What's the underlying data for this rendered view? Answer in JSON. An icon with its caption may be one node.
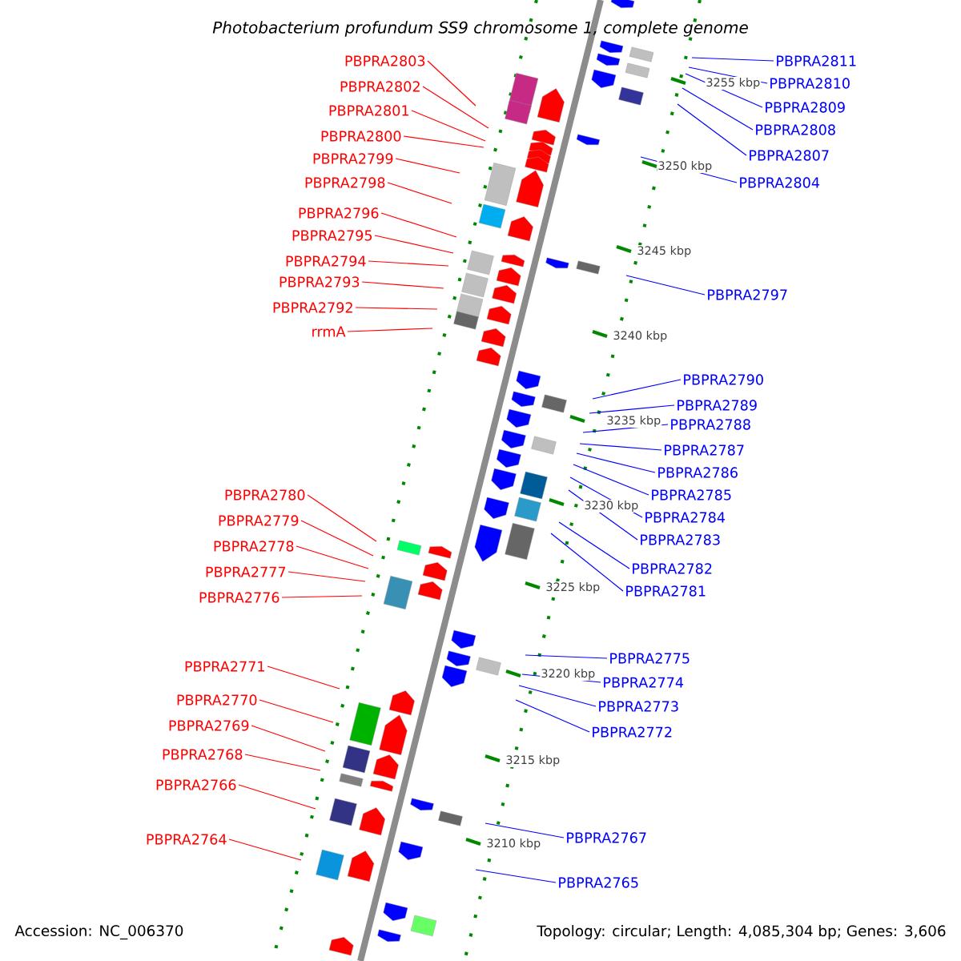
{
  "diagram": {
    "title": "*Photobacterium profundum* SS9 chromosome 1, complete genome",
    "nodes": [
      {
        "text": [
          "PBPRA2803"
        ]
      },
      {
        "text": [
          "PBPRA2802"
        ]
      },
      {
        "text": [
          "PBPRA2801"
        ]
      },
      {
        "text": [
          "PBPRA2800"
        ]
      },
      {
        "text": [
          "PBPRA2799"
        ]
      },
      {
        "text": [
          "PBPRA2798"
        ]
      },
      {
        "text": [
          "PBPRA2796"
        ]
      },
      {
        "text": [
          "PBPRA2795"
        ]
      },
      {
        "text": [
          "PBPRA2794"
        ]
      },
      {
        "text": [
          "PBPRA2793"
        ]
      },
      {
        "text": [
          "PBPRA2792"
        ]
      },
      {
        "text": [
          "rrmA"
        ]
      },
      {
        "text": [
          "PBPRA2780"
        ]
      },
      {
        "text": [
          "PBPRA2779"
        ]
      },
      {
        "text": [
          "PBPRA2778"
        ]
      },
      {
        "text": [
          "PBPRA2777"
        ]
      },
      {
        "text": [
          "PBPRA2776"
        ]
      },
      {
        "text": [
          "PBPRA2771"
        ]
      },
      {
        "text": [
          "PBPRA2770"
        ]
      },
      {
        "text": [
          "PBPRA2769"
        ]
      },
      {
        "text": [
          "PBPRA2768"
        ]
      },
      {
        "text": [
          "PBPRA2766"
        ]
      },
      {
        "text": [
          "PBPRA2764"
        ]
      },
      {
        "text": [
          "PBPRA2811"
        ]
      },
      {
        "text": [
          "PBPRA2810"
        ]
      },
      {
        "text": [
          "PBPRA2809"
        ]
      },
      {
        "text": [
          "PBPRA2808"
        ]
      },
      {
        "text": [
          "PBPRA2807"
        ]
      },
      {
        "text": [
          "PBPRA2804"
        ]
      },
      {
        "text": [
          "PBPRA2797"
        ]
      },
      {
        "text": [
          "PBPRA2790"
        ]
      },
      {
        "text": [
          "PBPRA2789"
        ]
      },
      {
        "text": [
          "PBPRA2788"
        ]
      },
      {
        "text": [
          "PBPRA2787"
        ]
      },
      {
        "text": [
          "PBPRA2786"
        ]
      },
      {
        "text": [
          "PBPRA2785"
        ]
      },
      {
        "text": [
          "PBPRA2784"
        ]
      },
      {
        "text": [
          "PBPRA2783"
        ]
      },
      {
        "text": [
          "PBPRA2782"
        ]
      },
      {
        "text": [
          "PBPRA2781"
        ]
      },
      {
        "text": [
          "PBPRA2775"
        ]
      },
      {
        "text": [
          "PBPRA2774"
        ]
      },
      {
        "text": [
          "PBPRA2773"
        ]
      },
      {
        "text": [
          "PBPRA2772"
        ]
      },
      {
        "text": [
          "PBPRA2767"
        ]
      },
      {
        "text": [
          "PBPRA2765"
        ]
      }
    ],
    "edges": [
      {
        "from": 0,
        "to": null,
        "arrow": "none"
      },
      {
        "from": 1,
        "to": null,
        "arrow": "none"
      },
      {
        "from": 2,
        "to": null,
        "arrow": "none"
      },
      {
        "from": 3,
        "to": null,
        "arrow": "none"
      },
      {
        "from": 4,
        "to": null,
        "arrow": "none"
      },
      {
        "from": 5,
        "to": null,
        "arrow": "none"
      },
      {
        "from": 6,
        "to": null,
        "arrow": "none"
      },
      {
        "from": 7,
        "to": null,
        "arrow": "none"
      },
      {
        "from": 8,
        "to": null,
        "arrow": "none"
      },
      {
        "from": 9,
        "to": null,
        "arrow": "none"
      },
      {
        "from": 10,
        "to": null,
        "arrow": "none"
      },
      {
        "from": 11,
        "to": null,
        "arrow": "none"
      },
      {
        "from": 12,
        "to": null,
        "arrow": "none"
      },
      {
        "from": 13,
        "to": null,
        "arrow": "none"
      },
      {
        "from": 14,
        "to": null,
        "arrow": "none"
      },
      {
        "from": 15,
        "to": null,
        "arrow": "none"
      },
      {
        "from": 16,
        "to": null,
        "arrow": "none"
      },
      {
        "from": 17,
        "to": null,
        "arrow": "none"
      },
      {
        "from": 18,
        "to": null,
        "arrow": "none"
      },
      {
        "from": 19,
        "to": null,
        "arrow": "none"
      },
      {
        "from": 20,
        "to": null,
        "arrow": "none"
      },
      {
        "from": 21,
        "to": null,
        "arrow": "none"
      },
      {
        "from": 22,
        "to": null,
        "arrow": "none"
      },
      {
        "from": 23,
        "to": null,
        "arrow": "none",
        "color": "#0000ff"
      },
      {
        "from": 24,
        "to": null,
        "arrow": "none",
        "color": "#0000ff"
      },
      {
        "from": 25,
        "to": null,
        "arrow": "none",
        "color": "#0000ff"
      },
      {
        "from": 26,
        "to": null,
        "arrow": "none",
        "color": "#0000ff"
      },
      {
        "from": 27,
        "to": null,
        "arrow": "none",
        "color": "#0000ff"
      },
      {
        "from": 28,
        "to": null,
        "arrow": "none",
        "color": "#0000ff"
      },
      {
        "from": 29,
        "to": null,
        "arrow": "none",
        "color": "#0000ff"
      },
      {
        "from": 30,
        "to": null,
        "arrow": "none",
        "color": "#0000ff"
      },
      {
        "from": 31,
        "to": null,
        "arrow": "none",
        "color": "#0000ff"
      },
      {
        "from": 32,
        "to": null,
        "arrow": "none",
        "color": "#0000ff"
      },
      {
        "from": 33,
        "to": null,
        "arrow": "none",
        "color": "#0000ff"
      },
      {
        "from": 34,
        "to": null,
        "arrow": "none",
        "color": "#0000ff"
      },
      {
        "from": 35,
        "to": null,
        "arrow": "none",
        "color": "#0000ff"
      },
      {
        "from": 36,
        "to": null,
        "arrow": "none",
        "color": "#0000ff"
      },
      {
        "from": 37,
        "to": null,
        "arrow": "none",
        "color": "#0000ff"
      },
      {
        "from": 38,
        "to": null,
        "arrow": "none",
        "color": "#0000ff"
      },
      {
        "from": 39,
        "to": null,
        "arrow": "none",
        "color": "#0000ff"
      },
      {
        "from": 40,
        "to": null,
        "arrow": "none",
        "color": "#0000ff"
      },
      {
        "from": 41,
        "to": null,
        "arrow": "none",
        "color": "#0000ff"
      },
      {
        "from": 42,
        "to": null,
        "arrow": "none",
        "color": "#0000ff"
      },
      {
        "from": 43,
        "to": null,
        "arrow": "none",
        "color": "#0000ff"
      },
      {
        "from": 44,
        "to": null,
        "arrow": "none",
        "color": "#0000ff"
      },
      {
        "from": 45,
        "to": null,
        "arrow": "none",
        "color": "#0000ff"
      }
    ],
    "labels": [
      "3255 kbp",
      "3250 kbp",
      "3245 kbp",
      "3240 kbp",
      "3235 kbp",
      "3230 kbp",
      "3225 kbp",
      "3220 kbp",
      "3215 kbp",
      "3210 kbp",
      "Accession: NC_006370",
      "Topology: circular; Length: 4,085,304 bp; Genes: 3,606"
    ]
  }
}
